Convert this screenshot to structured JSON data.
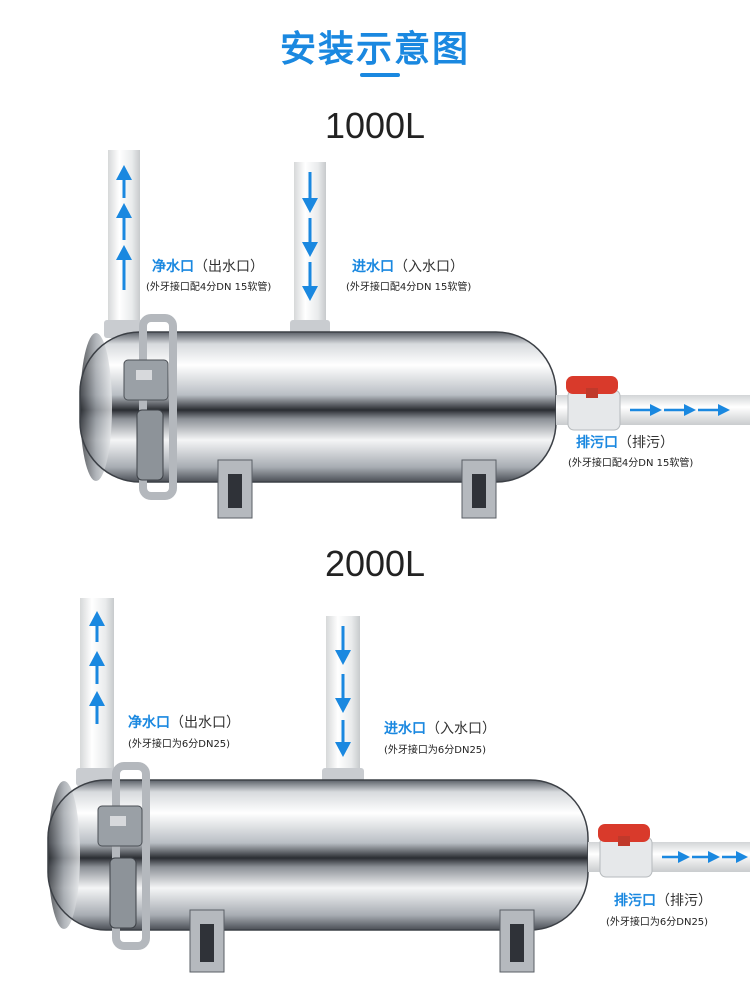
{
  "page": {
    "title": "安装示意图",
    "accent_color": "#1a88e0"
  },
  "units": [
    {
      "model": "1000L",
      "outlet": {
        "name": "净水口",
        "paren": "（出水口）",
        "spec": "(外牙接口配4分DN 15软管)",
        "flow": "up"
      },
      "inlet": {
        "name": "进水口",
        "paren": "（入水口）",
        "spec": "(外牙接口配4分DN 15软管)",
        "flow": "down"
      },
      "drain": {
        "name": "排污口",
        "paren": "（排污）",
        "spec": "(外牙接口配4分DN 15软管)",
        "flow": "right"
      }
    },
    {
      "model": "2000L",
      "outlet": {
        "name": "净水口",
        "paren": "（出水口）",
        "spec": "(外牙接口为6分DN25)",
        "flow": "up"
      },
      "inlet": {
        "name": "进水口",
        "paren": "（入水口）",
        "spec": "(外牙接口为6分DN25)",
        "flow": "down"
      },
      "drain": {
        "name": "排污口",
        "paren": "（排污）",
        "spec": "(外牙接口为6分DN25)",
        "flow": "right"
      }
    }
  ],
  "icons": {
    "flow_arrow": "arrow-icon",
    "valve": "red-valve-handle"
  }
}
